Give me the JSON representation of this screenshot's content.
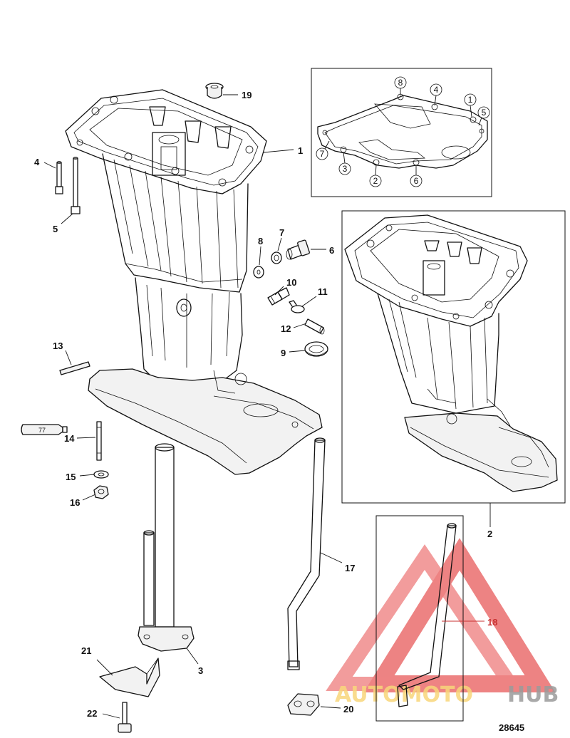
{
  "figure_number": "28645",
  "callouts": {
    "c1": "1",
    "c2": "2",
    "c3": "3",
    "c4": "4",
    "c5": "5",
    "c6": "6",
    "c7": "7",
    "c8": "8",
    "c9": "9",
    "c10": "10",
    "c11": "11",
    "c12": "12",
    "c13": "13",
    "c14": "14",
    "c15": "15",
    "c16": "16",
    "c17": "17",
    "c18": "18",
    "c19": "19",
    "c20": "20",
    "c21": "21",
    "c22": "22"
  },
  "inset_callouts": {
    "i1": "1",
    "i2": "2",
    "i3": "3",
    "i4": "4",
    "i5": "5",
    "i6": "6",
    "i7": "7",
    "i8": "8"
  },
  "sealant_tube_label": "77",
  "watermark": {
    "auto": "AUTOMOTO",
    "hub": "HUB"
  },
  "colors": {
    "line": "#111111",
    "accent_red": "#c83232",
    "watermark_red": "#e85a5a",
    "watermark_yellow": "#f6c94f",
    "watermark_gray": "#7a7a7a"
  }
}
